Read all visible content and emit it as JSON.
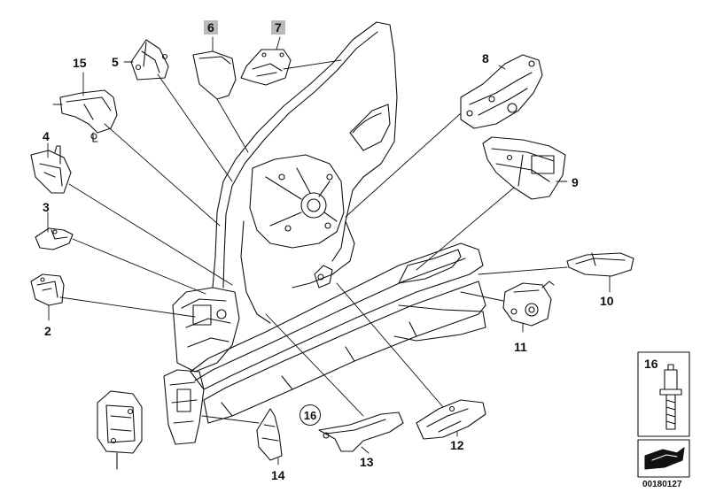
{
  "callouts": {
    "c2": "2",
    "c3": "3",
    "c4": "4",
    "c5": "5",
    "c6": "6",
    "c7": "7",
    "c8": "8",
    "c9": "9",
    "c10": "10",
    "c11": "11",
    "c12": "12",
    "c13": "13",
    "c14": "14",
    "c15": "15"
  },
  "circled_label": "16",
  "inset_label": "16",
  "reference_number": "00180127",
  "colors": {
    "line": "#111111",
    "highlight": "#b9b9b9"
  }
}
